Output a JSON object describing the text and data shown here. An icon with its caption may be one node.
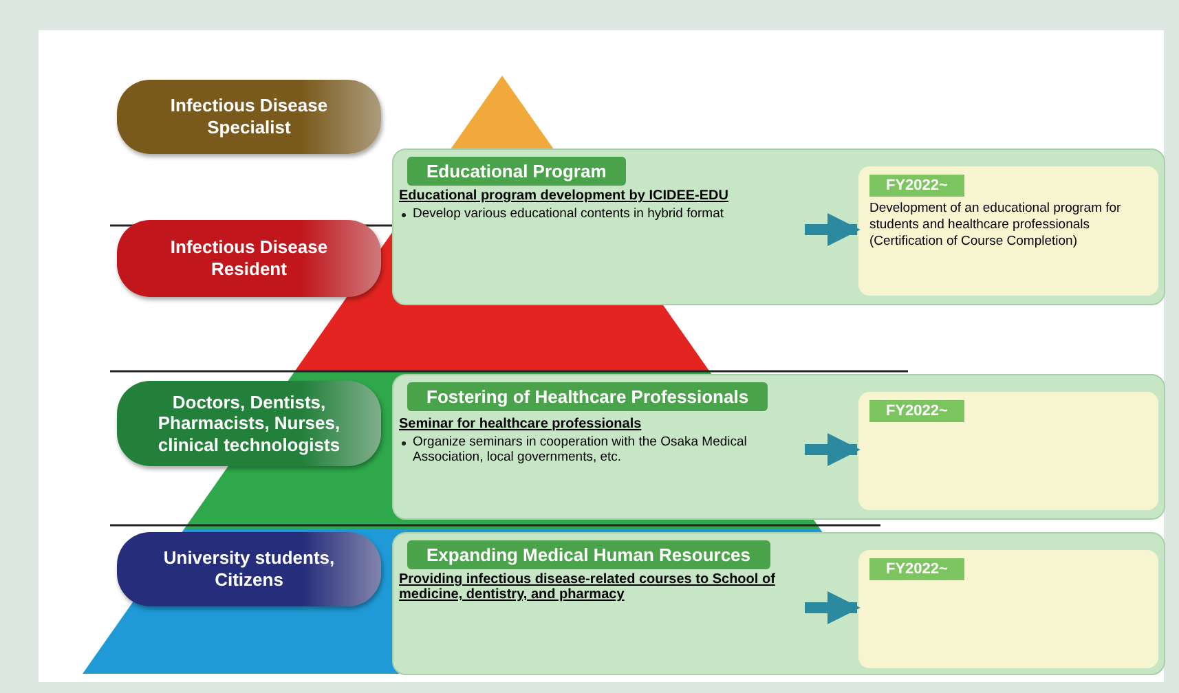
{
  "diagram": {
    "nodes": [
      {
        "text": [
          "Infectious Disease Specialist"
        ]
      },
      {
        "text": [
          "Infectious Disease Resident"
        ]
      },
      {
        "text": [
          "Doctors, Dentists, Pharmacists, Nurses, clinical technologists"
        ]
      },
      {
        "text": [
          "University students, Citizens"
        ]
      },
      {
        "text": [
          "Educational Program"
        ]
      },
      {
        "text": [
          "Educational program development by ICIDEE-EDU",
          "Develop various educational contents in hybrid format"
        ],
        "in": 4
      },
      {
        "text": [
          "FY2022~",
          "Development of an educational program for students and healthcare professionals (Certification of Course Completion)"
        ],
        "in": 4
      },
      {
        "text": [
          "Fostering of Healthcare Professionals"
        ]
      },
      {
        "text": [
          "Seminar for healthcare professionals",
          "Organize seminars in cooperation with the Osaka Medical Association, local governments, etc."
        ],
        "in": 7
      },
      {
        "text": [
          "FY2022~"
        ],
        "in": 7
      },
      {
        "text": [
          "Expanding Medical Human Resources"
        ]
      },
      {
        "text": [
          "Providing infectious disease-related courses to School of medicine, dentistry, and pharmacy"
        ],
        "in": 10
      },
      {
        "text": [
          "FY2022~"
        ],
        "in": 10
      }
    ],
    "edges": [
      {
        "from": 5,
        "to": 6,
        "arrow": "to"
      },
      {
        "from": 8,
        "to": 9,
        "arrow": "to"
      },
      {
        "from": 11,
        "to": 12,
        "arrow": "to"
      }
    ]
  }
}
